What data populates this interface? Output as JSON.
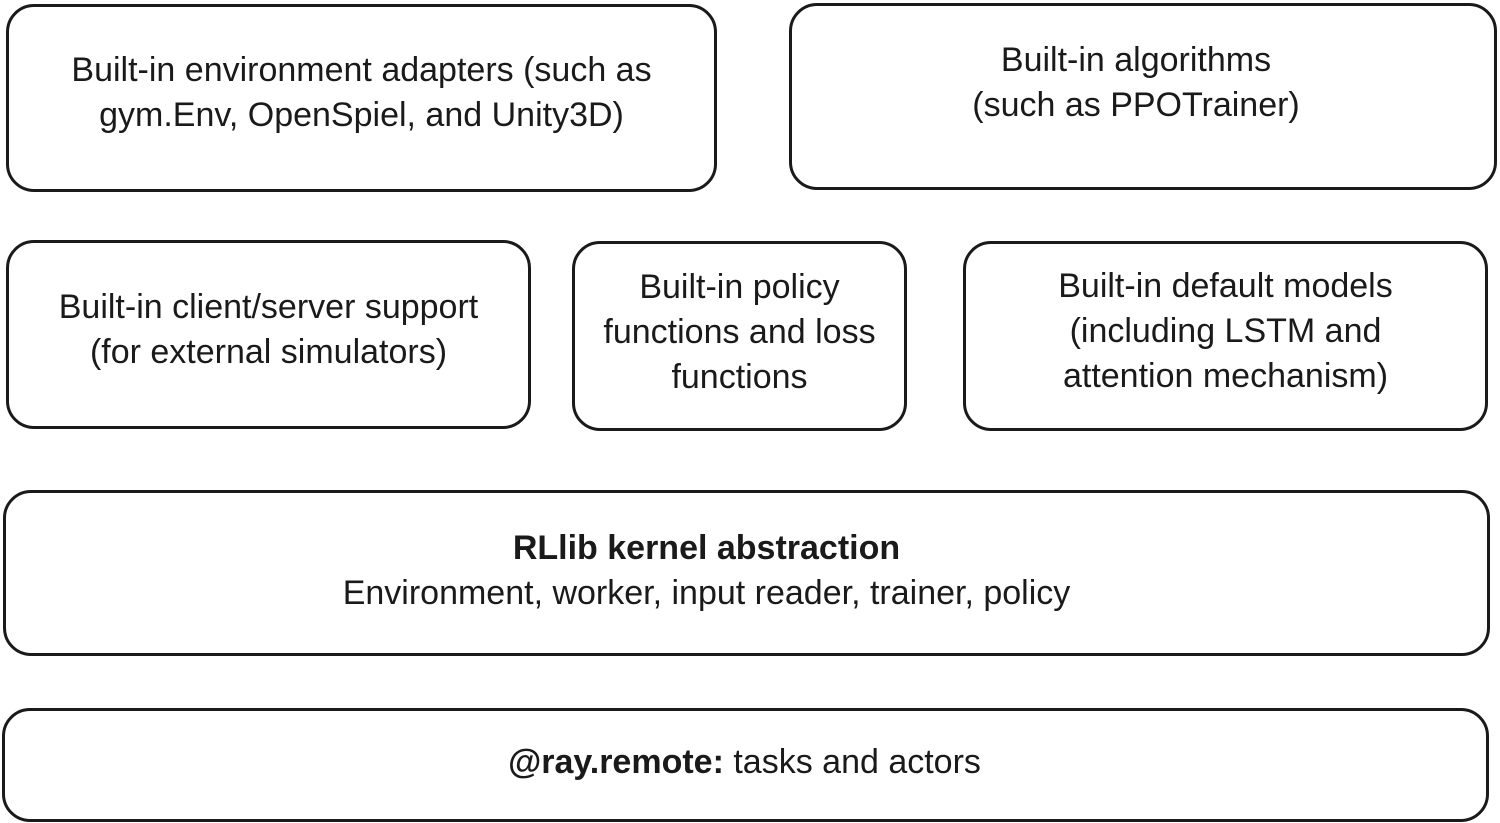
{
  "diagram": {
    "top_row": {
      "env_adapters": [
        "Built-in environment adapters (such as",
        "gym.Env, OpenSpiel, and Unity3D)"
      ],
      "algorithms": [
        "Built-in algorithms",
        "(such as PPOTrainer)"
      ]
    },
    "middle_row": {
      "client_server": [
        "Built-in client/server support",
        "(for external simulators)"
      ],
      "policy_functions": [
        "Built-in policy",
        "functions and loss",
        "functions"
      ],
      "default_models": [
        "Built-in default models",
        "(including LSTM and",
        "attention mechanism)"
      ]
    },
    "kernel": {
      "title": "RLlib kernel abstraction",
      "subtitle": "Environment, worker, input reader, trainer, policy"
    },
    "ray": {
      "prefix": "@ray.remote:",
      "text": " tasks and actors"
    }
  }
}
